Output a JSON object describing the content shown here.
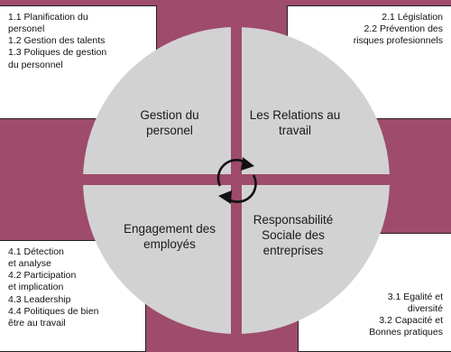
{
  "quadrants": {
    "top_left": {
      "line1": "Gestion du",
      "line2": "personel"
    },
    "top_right": {
      "line1": "Les Relations au",
      "line2": "travail"
    },
    "bottom_left": {
      "line1": "Engagement des",
      "line2": "employés"
    },
    "bottom_right": {
      "line1": "Responsabilité",
      "line2": "Sociale des",
      "line3": "entreprises"
    }
  },
  "boxes": {
    "top_left": [
      "1.1  Planification du",
      "personel",
      "1.2  Gestion des talents",
      "1.3  Poliques de gestion",
      "du personnel"
    ],
    "top_right": [
      "2.1  Législation",
      "2.2  Prévention des",
      "risques profesionnels"
    ],
    "bottom_left": [
      "4.1  Détection",
      "et analyse",
      "4.2  Participation",
      "et implication",
      "4.3  Leadership",
      "4.4  Politiques de bien",
      "être au travail"
    ],
    "bottom_right": [
      "3.1  Egalité et",
      "diversité",
      "3.2  Capacité et",
      "Bonnes pratiques"
    ]
  },
  "colors": {
    "background": "#9e4b6c",
    "wheel": "#d2d2d2",
    "divider": "#9e4b6c",
    "box": "#ffffff",
    "arrow": "#111111"
  },
  "icons": {
    "center": "cycle-arrows-icon"
  }
}
